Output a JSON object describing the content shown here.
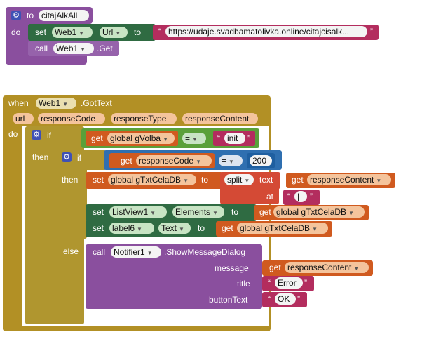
{
  "proc": {
    "to_kw": "to",
    "name": "citajAlkAll",
    "do_kw": "do",
    "set_kw": "set",
    "component": "Web1",
    "property": "Url",
    "to2_kw": "to",
    "quote_open": "“",
    "url_value": "https://udaje.svadbamatolivka.online/citajcisalk...",
    "quote_close": "”",
    "call_kw": "call",
    "call_method": ".Get"
  },
  "event": {
    "when_kw": "when",
    "component": "Web1",
    "event_name": ".GotText",
    "params": [
      "url",
      "responseCode",
      "responseType",
      "responseContent"
    ],
    "do_kw": "do",
    "if_kw": "if",
    "get_kw": "get",
    "global_var": "global gVolba",
    "eq": "=",
    "init_text": "init",
    "then_kw": "then",
    "inner_if_kw": "if",
    "response_code": "responseCode",
    "code_value": "200",
    "inner_then_kw": "then",
    "set_kw": "set",
    "set_target": "global gTxtCelaDB",
    "to_kw": "to",
    "split_kw": "split",
    "text_label": "text",
    "response_content": "responseContent",
    "at_label": "at",
    "separator": "|",
    "listview": "ListView1",
    "elements": "Elements",
    "txt_var": "global gTxtCelaDB",
    "label": "label6",
    "text_prop": "Text",
    "else_kw": "else",
    "call_kw": "call",
    "notifier": "Notifier1",
    "show_method": ".ShowMessageDialog",
    "message_label": "message",
    "title_label": "title",
    "title_value": "Error",
    "button_label": "buttonText",
    "button_value": "OK"
  }
}
